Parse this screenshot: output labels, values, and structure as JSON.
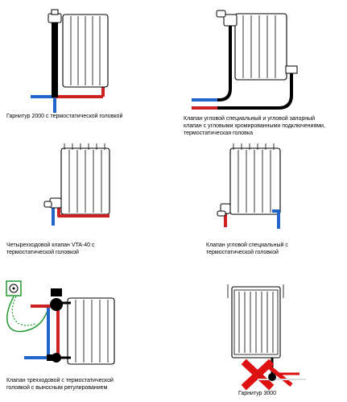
{
  "colors": {
    "cold": "#2266cc",
    "hot": "#cc2222",
    "sensor": "#229933",
    "outline": "#000000",
    "brand": "#dd1111"
  },
  "captions": {
    "c1": [
      "Гарнитур 2000 с термостатической головкой"
    ],
    "c2": [
      "Клапан угловой специальный и угловой запорный",
      "клапан с угловыми хромированными подключениями,",
      "термостатическая головка"
    ],
    "c3": [
      "Четырехходовой клапан VTA-40 с",
      "термостатической головкой"
    ],
    "c4": [
      "Клапан угловой специальный с",
      "термостатической головкой"
    ],
    "c5": [
      "Клапан трехходовой с термостатической",
      "головкой с выносным регулированием"
    ],
    "c6": [
      "Гарнитур 3000"
    ]
  },
  "icons": {
    "remote": "remote-thermostat-icon",
    "logo": "brand-logo-icon"
  }
}
